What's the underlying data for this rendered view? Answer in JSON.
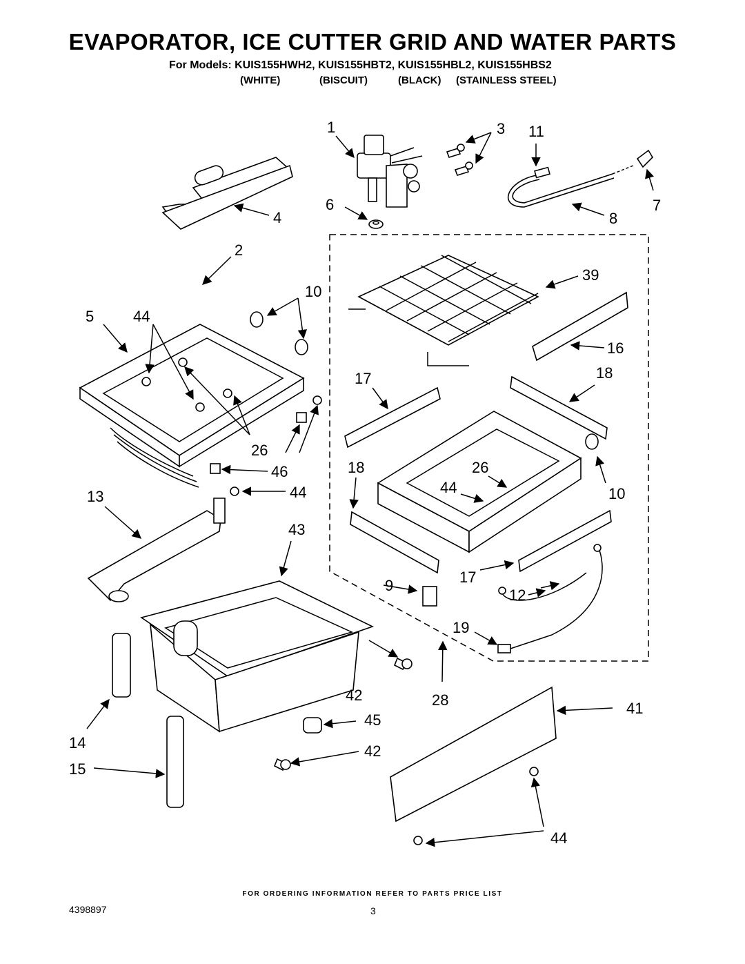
{
  "header": {
    "title": "EVAPORATOR, ICE CUTTER GRID AND WATER PARTS",
    "models": "For Models: KUIS155HWH2, KUIS155HBT2, KUIS155HBL2, KUIS155HBS2",
    "colors": [
      "(WHITE)",
      "(BISCUIT)",
      "(BLACK)",
      "(STAINLESS STEEL)"
    ]
  },
  "callouts": [
    "1",
    "3",
    "11",
    "6",
    "4",
    "7",
    "8",
    "2",
    "39",
    "10",
    "5",
    "44",
    "16",
    "17",
    "18",
    "26",
    "46",
    "44",
    "18",
    "26",
    "13",
    "44",
    "10",
    "43",
    "17",
    "9",
    "12",
    "19",
    "42",
    "28",
    "41",
    "45",
    "14",
    "42",
    "15",
    "44"
  ],
  "footer": {
    "note": "FOR ORDERING INFORMATION REFER TO PARTS PRICE LIST",
    "doc_number": "4398897",
    "page_number": "3"
  }
}
